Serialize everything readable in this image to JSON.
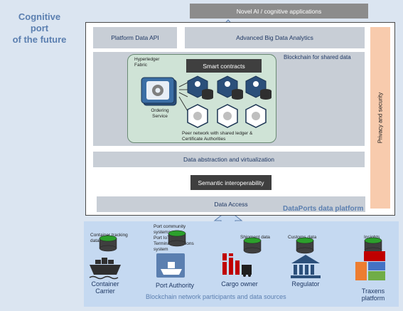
{
  "title": [
    "Cognitive",
    "port",
    "of the future"
  ],
  "top_box": "Novel AI / cognitive applications",
  "platform_api": "Platform Data API",
  "analytics": "Advanced Big Data Analytics",
  "privacy": "Privacy and security",
  "blockchain_label": "Blockchain for shared data",
  "hyperledger": [
    "Hyperledger",
    "Fabric"
  ],
  "smart_contracts": "Smart contracts",
  "ordering": [
    "Ordering",
    "Service"
  ],
  "peer_network": [
    "Peer network with shared ledger &",
    "Certificate Authorities"
  ],
  "abstraction": "Data abstraction and virtualization",
  "semantic": "Semantic interoperability",
  "data_access": "Data Access",
  "platform_label": "DataPorts data platform",
  "participants_label": "Blockchain network participants and data sources",
  "sources": {
    "container": [
      "Container tracking",
      "data"
    ],
    "port": [
      "Port community",
      "systems",
      "Port IoT data",
      "Terminal operations",
      "system"
    ],
    "shipment": "Shipment data",
    "customs": "Customs data",
    "insights": "Insights"
  },
  "participants": {
    "carrier": [
      "Container",
      "Carrier"
    ],
    "authority": "Port Authority",
    "cargo": "Cargo owner",
    "regulator": "Regulator",
    "traxens": [
      "Traxens",
      "platform"
    ]
  },
  "colors": {
    "background": "#dbe5f1",
    "blue_text": "#5b7fb0",
    "privacy": "#f8cbad",
    "green_panel": "#cfe3d6",
    "arrow": "#c5d9f1"
  }
}
